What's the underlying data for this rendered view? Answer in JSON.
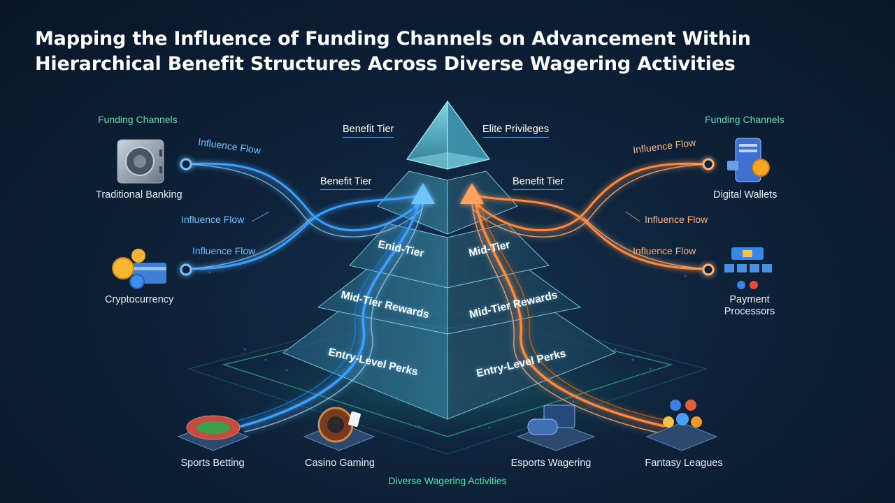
{
  "title": {
    "line1": "Mapping the Influence of Funding Channels on Advancement Within",
    "line2": "Hierarchical Benefit Structures  Across Diverse Wagering Activities"
  },
  "left": {
    "section_label": "Funding Channels",
    "channels": [
      {
        "label": "Traditional Banking",
        "icon": "bank-vault-icon"
      },
      {
        "label": "Cryptocurrency",
        "icon": "crypto-coins-icon"
      }
    ],
    "flow_labels": [
      "Influence Flow",
      "Influence Flow",
      "Influence Flow"
    ]
  },
  "right": {
    "section_label": "Funding Channels",
    "channels": [
      {
        "label": "Digital Wallets",
        "icon": "digital-wallet-icon"
      },
      {
        "label": "Payment Processors",
        "icon": "payment-processor-icon"
      }
    ],
    "flow_labels": [
      "Influence Flow",
      "Influence Flow",
      "Influence Flow"
    ]
  },
  "tier_labels": {
    "top_left": "Benefit Tier",
    "top_right": "Elite Privileges",
    "mid_left": "Benefit Tier",
    "mid_right": "Benefit Tier"
  },
  "pyramid": {
    "level2_left": "Enid-Tier",
    "level2_right": "Mid-Tier",
    "level3_left": "Mid-Tier Rewards",
    "level3_right": "Mid-Tier Rewards",
    "level4_left": "Entry-Level Perks",
    "level4_right": "Entry-Level Perks"
  },
  "activities": {
    "items": [
      {
        "label": "Sports Betting",
        "icon": "stadium-icon"
      },
      {
        "label": "Casino Gaming",
        "icon": "roulette-icon"
      },
      {
        "label": "Esports Wagering",
        "icon": "gamepad-icon"
      },
      {
        "label": "Fantasy Leagues",
        "icon": "players-icon"
      }
    ],
    "footer": "Diverse Wagering Activities"
  },
  "colors": {
    "background": "#0d2138",
    "blue_flow": "#3aa0ff",
    "orange_flow": "#ff8a3d",
    "teal_accent": "#52e1b0",
    "pyramid_face": "#2e6a86"
  }
}
